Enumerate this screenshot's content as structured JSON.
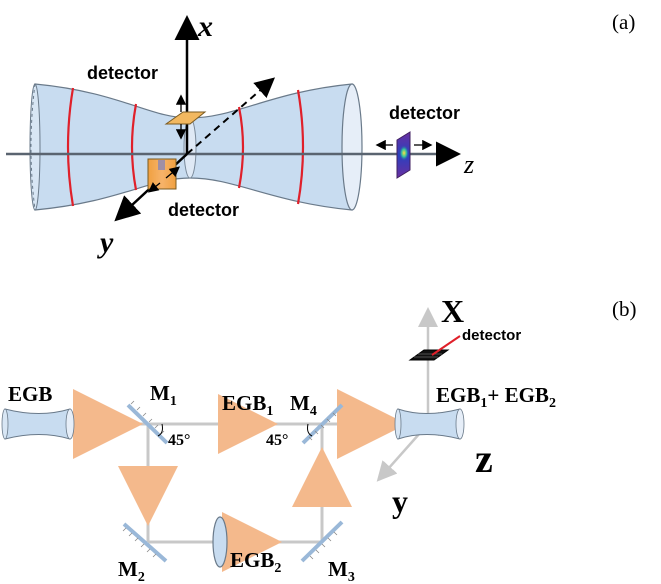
{
  "panel_a": {
    "tag": "(a)",
    "axis_x": "x",
    "axis_y": "y",
    "axis_z": "z",
    "detector_top": "detector",
    "detector_right": "detector",
    "detector_bottom": "detector"
  },
  "panel_b": {
    "tag": "(b)",
    "axis_x": "X",
    "axis_y": "y",
    "axis_z": "z",
    "detector": "detector",
    "input_label": "EGB",
    "mirror1": {
      "base": "M",
      "sub": "1"
    },
    "mirror2": {
      "base": "M",
      "sub": "2"
    },
    "mirror3": {
      "base": "M",
      "sub": "3"
    },
    "mirror4": {
      "base": "M",
      "sub": "4"
    },
    "beam1": {
      "base": "EGB",
      "sub": "1"
    },
    "beam2": {
      "base": "EGB",
      "sub": "2"
    },
    "combined": {
      "base1": "EGB",
      "sub1": "1",
      "plus": "+ EGB",
      "sub2": "2"
    },
    "angle1": "45°",
    "angle2": "45°"
  },
  "colors": {
    "beam_fill": "#c8dcf0",
    "wavefront": "#e0202a",
    "axis": "#5a6470",
    "detector_orange": "#f0a040",
    "beam_arrow": "#f4b98c",
    "path_gray": "#c8c8c8"
  }
}
